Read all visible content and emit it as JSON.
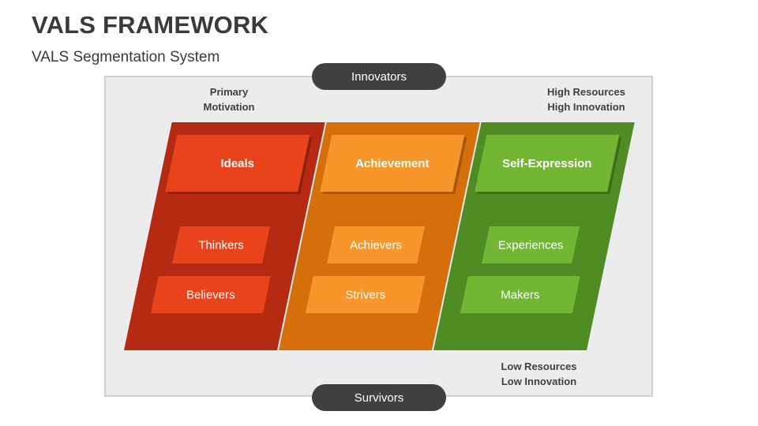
{
  "header": {
    "title": "VALS FRAMEWORK",
    "subtitle": "VALS Segmentation System"
  },
  "axis": {
    "top_label": "Innovators",
    "bottom_label": "Survivors"
  },
  "notes": {
    "motivation": [
      "Primary",
      "Motivation"
    ],
    "high": [
      "High Resources",
      "High Innovation"
    ],
    "low": [
      "Low Resources",
      "Low Innovation"
    ]
  },
  "columns": [
    {
      "motivation": "Ideals",
      "segments": [
        "Thinkers",
        "Believers"
      ],
      "colors": {
        "column": "#b52a12",
        "header": "#e8431b",
        "segment": "#e8431b"
      }
    },
    {
      "motivation": "Achievement",
      "segments": [
        "Achievers",
        "Strivers"
      ],
      "colors": {
        "column": "#d56f0c",
        "header": "#f7962b",
        "segment": "#f7962b"
      }
    },
    {
      "motivation": "Self-Expression",
      "segments": [
        "Experiences",
        "Makers"
      ],
      "colors": {
        "column": "#4f8c24",
        "header": "#72b633",
        "segment": "#72b633"
      }
    }
  ]
}
